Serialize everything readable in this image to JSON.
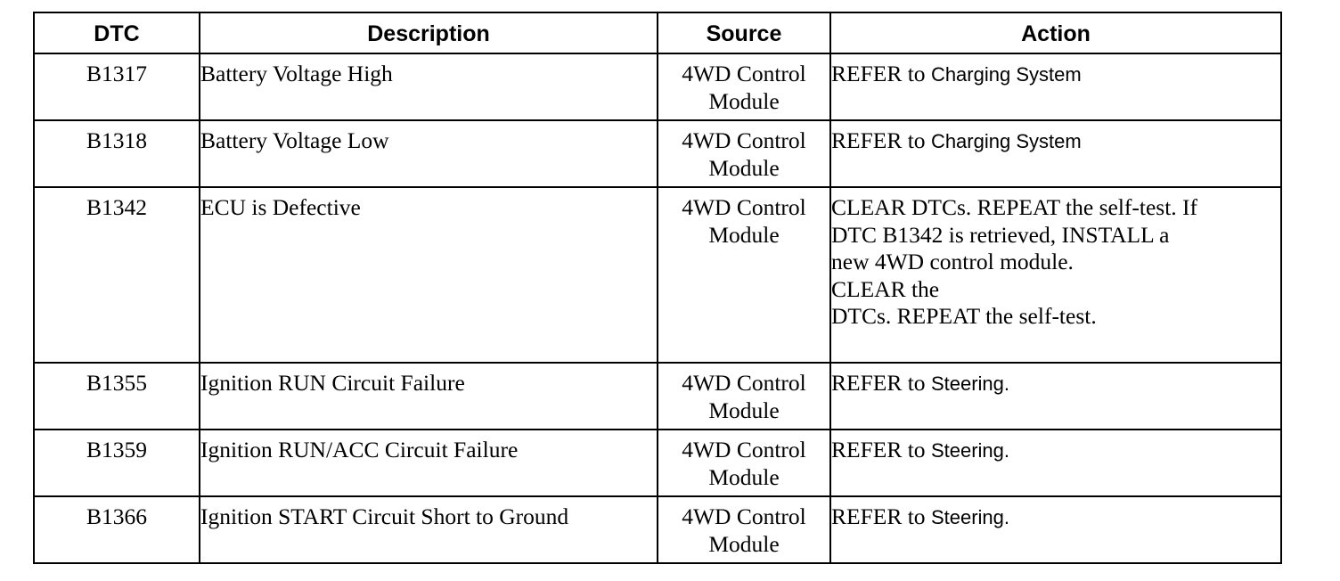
{
  "headers": {
    "dtc": "DTC",
    "description": "Description",
    "source": "Source",
    "action": "Action"
  },
  "rows": [
    {
      "dtc": "B1317",
      "description": "Battery Voltage High",
      "source": [
        "4WD Control",
        "Module"
      ],
      "action": {
        "prefix": "REFER to",
        "link": "Charging System"
      }
    },
    {
      "dtc": "B1318",
      "description": "Battery Voltage Low",
      "source": [
        "4WD Control",
        "Module"
      ],
      "action": {
        "prefix": "REFER to",
        "link": "Charging System"
      }
    },
    {
      "dtc": "B1342",
      "description": "ECU is Defective",
      "source": [
        "4WD Control",
        "Module"
      ],
      "action_lines": [
        "CLEAR DTCs. REPEAT the self-test. If",
        "DTC B1342 is retrieved, INSTALL a",
        "new 4WD control module.",
        "CLEAR the",
        "DTCs. REPEAT the self-test."
      ]
    },
    {
      "dtc": "B1355",
      "description": "Ignition RUN Circuit Failure",
      "source": [
        "4WD Control",
        "Module"
      ],
      "action": {
        "prefix": "REFER to",
        "link": "Steering."
      }
    },
    {
      "dtc": "B1359",
      "description": "Ignition RUN/ACC Circuit Failure",
      "source": [
        "4WD Control",
        "Module"
      ],
      "action": {
        "prefix": "REFER to",
        "link": "Steering."
      }
    },
    {
      "dtc": "B1366",
      "description": "Ignition START Circuit Short to Ground",
      "source": [
        "4WD Control",
        "Module"
      ],
      "action": {
        "prefix": "REFER to",
        "link": "Steering."
      }
    }
  ]
}
